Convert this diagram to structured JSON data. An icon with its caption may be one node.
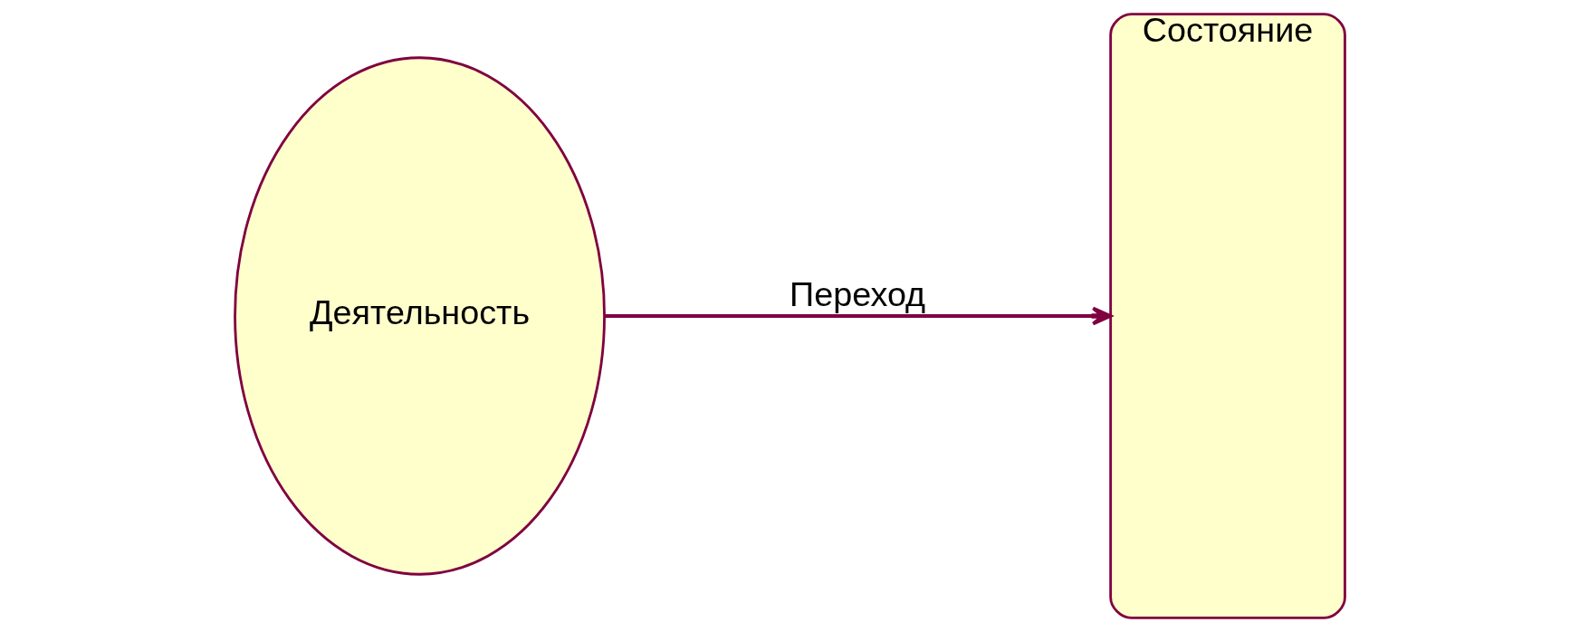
{
  "diagram": {
    "nodes": [
      {
        "text": [
          "Деятельность"
        ]
      },
      {
        "text": [
          "Состояние"
        ]
      }
    ],
    "edges": [
      {
        "from": 0,
        "to": 1,
        "arrow": "to",
        "label": "Переход"
      }
    ]
  }
}
